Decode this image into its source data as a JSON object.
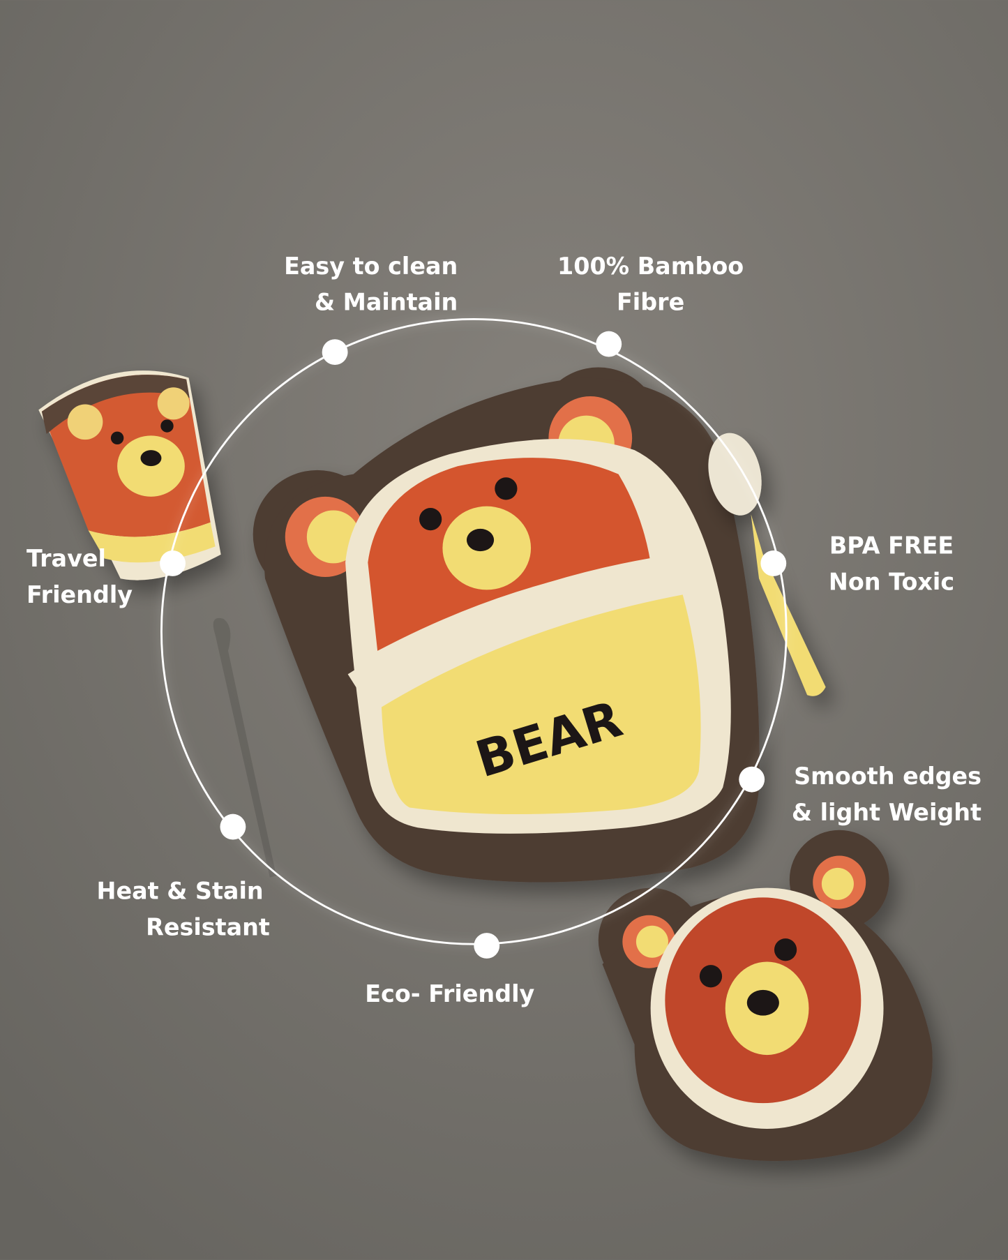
{
  "features": {
    "easy_clean": [
      "Easy to clean",
      "& Maintain"
    ],
    "bamboo": [
      "100% Bamboo",
      "Fibre"
    ],
    "travel": [
      "Travel",
      "Friendly"
    ],
    "bpa": [
      "BPA FREE",
      "Non Toxic"
    ],
    "smooth": [
      "Smooth edges",
      "& light Weight"
    ],
    "heat": [
      "Heat & Stain",
      "Resistant"
    ],
    "eco": [
      "Eco- Friendly"
    ]
  },
  "product": {
    "plate_text": "BEAR"
  },
  "colors": {
    "background": "#75726c",
    "bear_brown": "#4e3c33",
    "bear_red": "#d4552e",
    "bear_yellow": "#f2dc73",
    "cream": "#efe6cf",
    "line": "#ffffff"
  }
}
